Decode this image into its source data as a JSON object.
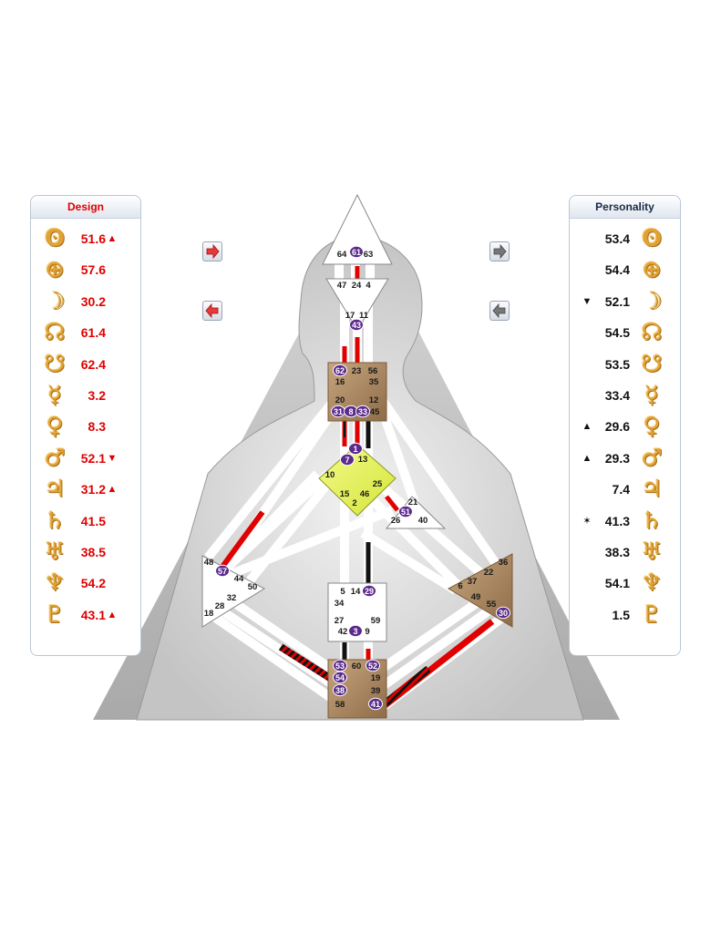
{
  "design": {
    "title": "Design",
    "rows": [
      {
        "planet": "sun-icon",
        "glyph": "ʘ",
        "value": "51.6",
        "mark": "▲"
      },
      {
        "planet": "earth-icon",
        "glyph": "⊕",
        "value": "57.6",
        "mark": ""
      },
      {
        "planet": "moon-icon",
        "glyph": "☽",
        "value": "30.2",
        "mark": ""
      },
      {
        "planet": "north-node-icon",
        "glyph": "☊",
        "value": "61.4",
        "mark": ""
      },
      {
        "planet": "south-node-icon",
        "glyph": "☋",
        "value": "62.4",
        "mark": ""
      },
      {
        "planet": "mercury-icon",
        "glyph": "☿",
        "value": "3.2",
        "mark": ""
      },
      {
        "planet": "venus-icon",
        "glyph": "♀",
        "value": "8.3",
        "mark": ""
      },
      {
        "planet": "mars-icon",
        "glyph": "♂",
        "value": "52.1",
        "mark": "▼"
      },
      {
        "planet": "jupiter-icon",
        "glyph": "♃",
        "value": "31.2",
        "mark": "▲"
      },
      {
        "planet": "saturn-icon",
        "glyph": "♄",
        "value": "41.5",
        "mark": ""
      },
      {
        "planet": "uranus-icon",
        "glyph": "♅",
        "value": "38.5",
        "mark": ""
      },
      {
        "planet": "neptune-icon",
        "glyph": "♆",
        "value": "54.2",
        "mark": ""
      },
      {
        "planet": "pluto-icon",
        "glyph": "♇",
        "value": "43.1",
        "mark": "▲"
      }
    ]
  },
  "personality": {
    "title": "Personality",
    "rows": [
      {
        "planet": "sun-icon",
        "glyph": "ʘ",
        "value": "53.4",
        "mark": ""
      },
      {
        "planet": "earth-icon",
        "glyph": "⊕",
        "value": "54.4",
        "mark": ""
      },
      {
        "planet": "moon-icon",
        "glyph": "☽",
        "value": "52.1",
        "mark": "▼"
      },
      {
        "planet": "north-node-icon",
        "glyph": "☊",
        "value": "54.5",
        "mark": ""
      },
      {
        "planet": "south-node-icon",
        "glyph": "☋",
        "value": "53.5",
        "mark": ""
      },
      {
        "planet": "mercury-icon",
        "glyph": "☿",
        "value": "33.4",
        "mark": ""
      },
      {
        "planet": "venus-icon",
        "glyph": "♀",
        "value": "29.6",
        "mark": "▲"
      },
      {
        "planet": "mars-icon",
        "glyph": "♂",
        "value": "29.3",
        "mark": "▲"
      },
      {
        "planet": "jupiter-icon",
        "glyph": "♃",
        "value": "7.4",
        "mark": ""
      },
      {
        "planet": "saturn-icon",
        "glyph": "♄",
        "value": "41.3",
        "mark": "✶"
      },
      {
        "planet": "uranus-icon",
        "glyph": "♅",
        "value": "38.3",
        "mark": ""
      },
      {
        "planet": "neptune-icon",
        "glyph": "♆",
        "value": "54.1",
        "mark": ""
      },
      {
        "planet": "pluto-icon",
        "glyph": "♇",
        "value": "1.5",
        "mark": ""
      }
    ]
  },
  "colors": {
    "design_red": "#e00000",
    "personality_black": "#111111",
    "gold": "#e0a236",
    "activated_gate": "#5b2a8c",
    "center_defined": "#b0906a",
    "center_yellow": "#e6f25c"
  },
  "gates": {
    "head": [
      "64",
      "61",
      "63"
    ],
    "ajna": [
      "47",
      "24",
      "4",
      "17",
      "11",
      "43"
    ],
    "throat": [
      "62",
      "23",
      "56",
      "16",
      "35",
      "20",
      "12",
      "31",
      "8",
      "33",
      "45"
    ],
    "g": [
      "1",
      "7",
      "13",
      "10",
      "25",
      "15",
      "46",
      "2"
    ],
    "ego": [
      "21",
      "51",
      "26",
      "40"
    ],
    "spleen": [
      "48",
      "57",
      "44",
      "50",
      "32",
      "28",
      "18"
    ],
    "sacral": [
      "5",
      "14",
      "29",
      "34",
      "27",
      "59",
      "42",
      "3",
      "9"
    ],
    "solar_plexus": [
      "36",
      "22",
      "6",
      "37",
      "49",
      "55",
      "30"
    ],
    "root": [
      "53",
      "60",
      "52",
      "54",
      "19",
      "38",
      "39",
      "58",
      "41"
    ],
    "activated": [
      "61",
      "43",
      "62",
      "31",
      "8",
      "33",
      "1",
      "7",
      "51",
      "57",
      "29",
      "30",
      "53",
      "52",
      "54",
      "38",
      "41",
      "3"
    ]
  },
  "nav": {
    "design_forward": "arrow-right-icon",
    "design_back": "arrow-left-icon",
    "personality_forward": "arrow-right-icon",
    "personality_back": "arrow-left-icon"
  }
}
